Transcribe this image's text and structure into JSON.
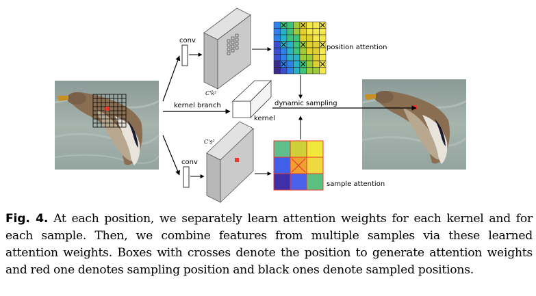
{
  "labels": {
    "conv_top": "conv",
    "conv_bottom": "conv",
    "kernel_branch": "kernel  branch",
    "kernel": "kernel",
    "dynamic_sampling": "dynamic sampling",
    "position_attention": "position attention",
    "sample_attention": "sample attention",
    "dim_top": "C'k²",
    "dim_bottom": "C's²"
  },
  "caption": {
    "fig_label": "Fig. 4.",
    "text": " At each position, we separately learn attention weights for each kernel and for each sample. Then, we combine features from multiple samples via these learned attention weights. Boxes with crosses denote the position to generate attention weights and red one denotes sampling position and black ones denote sampled positions."
  },
  "colors": {
    "cube_gray": "#c8c8c8",
    "cube_edge": "#555555",
    "highlight_red": "#e8372b",
    "sample_grid": [
      "#5fbf8a",
      "#cfcf3a",
      "#f0e83a",
      "#4060e8",
      "#f0a030",
      "#f0d840",
      "#4030a8",
      "#4a60e8",
      "#5cc080"
    ]
  }
}
